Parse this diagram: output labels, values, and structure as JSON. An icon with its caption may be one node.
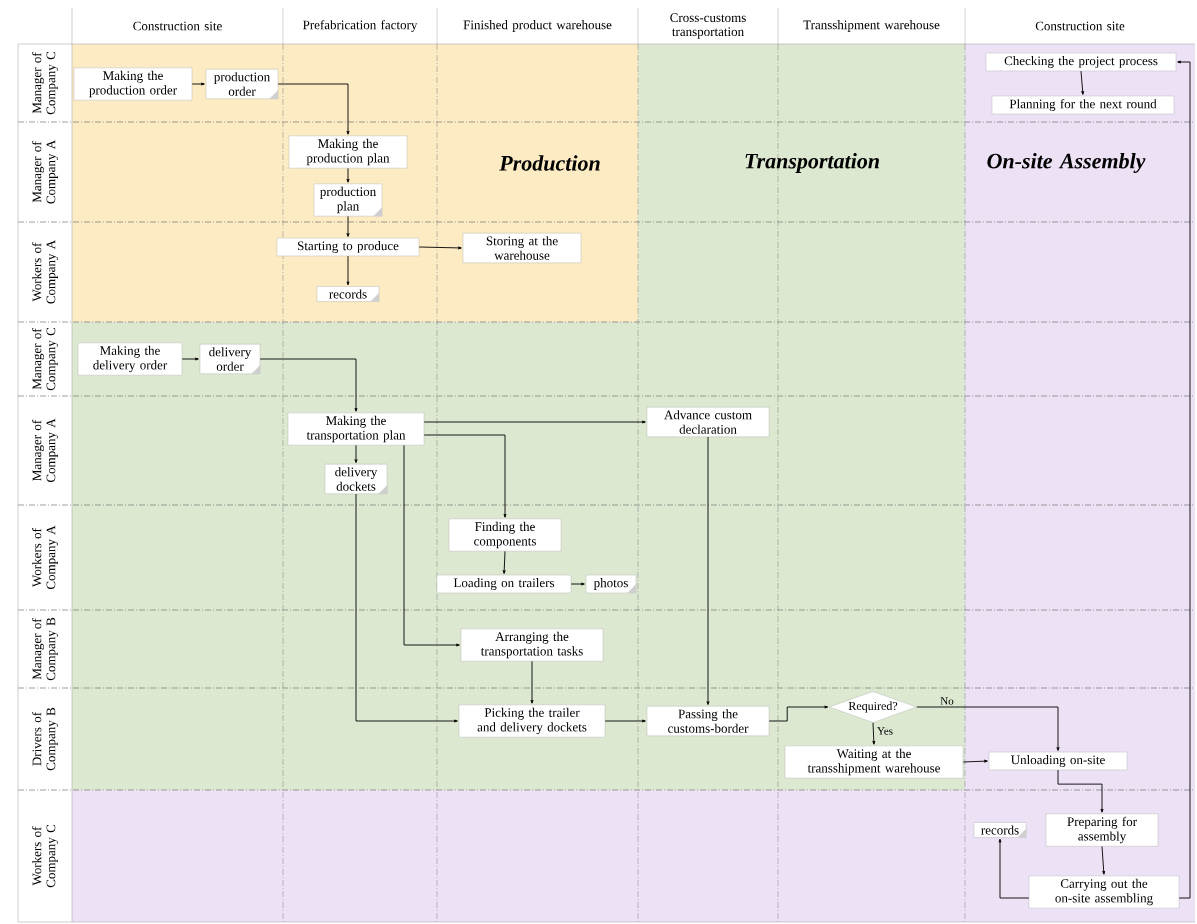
{
  "diagram": {
    "nodes": [
      {
        "text": [
          "Making the production order"
        ]
      },
      {
        "text": [
          "production order"
        ]
      },
      {
        "text": [
          "Making the production plan"
        ]
      },
      {
        "text": [
          "production plan"
        ]
      },
      {
        "text": [
          "Starting to produce"
        ]
      },
      {
        "text": [
          "Storing at the warehouse"
        ]
      },
      {
        "text": [
          "records"
        ]
      },
      {
        "text": [
          "Making the delivery order"
        ]
      },
      {
        "text": [
          "delivery order"
        ]
      },
      {
        "text": [
          "Making the transportation plan"
        ]
      },
      {
        "text": [
          "delivery dockets"
        ]
      },
      {
        "text": [
          "Advance custom declaration"
        ]
      },
      {
        "text": [
          "Finding the components"
        ]
      },
      {
        "text": [
          "Loading on trailers"
        ]
      },
      {
        "text": [
          "photos"
        ]
      },
      {
        "text": [
          "Arranging the transportation tasks"
        ]
      },
      {
        "text": [
          "Picking the trailer and delivery dockets"
        ]
      },
      {
        "text": [
          "Passing the customs-border"
        ]
      },
      {
        "text": [
          "Required?"
        ]
      },
      {
        "text": [
          "Waiting at the transshipment warehouse"
        ]
      },
      {
        "text": [
          "Unloading on-site"
        ]
      },
      {
        "text": [
          "records"
        ]
      },
      {
        "text": [
          "Preparing for assembly"
        ]
      },
      {
        "text": [
          "Carrying out the on-site assembling"
        ]
      },
      {
        "text": [
          "Checking the project process"
        ]
      },
      {
        "text": [
          "Planning for the next round"
        ]
      }
    ],
    "edges": [
      {
        "from": 0,
        "to": 1,
        "arrow": "to"
      },
      {
        "from": 1,
        "to": 2,
        "arrow": "to"
      },
      {
        "from": 2,
        "to": 3,
        "arrow": "to"
      },
      {
        "from": 3,
        "to": 4,
        "arrow": "to"
      },
      {
        "from": 4,
        "to": 5,
        "arrow": "to"
      },
      {
        "from": 4,
        "to": 6,
        "arrow": "to"
      },
      {
        "from": 7,
        "to": 8,
        "arrow": "to"
      },
      {
        "from": 8,
        "to": 9,
        "arrow": "to"
      },
      {
        "from": 9,
        "to": 10,
        "arrow": "to"
      },
      {
        "from": 9,
        "to": 11,
        "arrow": "to"
      },
      {
        "from": 9,
        "to": 12,
        "arrow": "to"
      },
      {
        "from": 9,
        "to": 15,
        "arrow": "to"
      },
      {
        "from": 10,
        "to": 16,
        "arrow": "to"
      },
      {
        "from": 11,
        "to": 17,
        "arrow": "to"
      },
      {
        "from": 12,
        "to": 13,
        "arrow": "to"
      },
      {
        "from": 13,
        "to": 14,
        "arrow": "to"
      },
      {
        "from": 15,
        "to": 16,
        "arrow": "to"
      },
      {
        "from": 16,
        "to": 17,
        "arrow": "to"
      },
      {
        "from": 17,
        "to": 18,
        "arrow": "to"
      },
      {
        "from": 18,
        "to": 19,
        "arrow": "to",
        "label": "Yes"
      },
      {
        "from": 18,
        "to": 20,
        "arrow": "to",
        "label": "No"
      },
      {
        "from": 19,
        "to": 20,
        "arrow": "to"
      },
      {
        "from": 20,
        "to": 22,
        "arrow": "to"
      },
      {
        "from": 22,
        "to": 23,
        "arrow": "to"
      },
      {
        "from": 23,
        "to": 21,
        "arrow": "to"
      },
      {
        "from": 23,
        "to": 24,
        "arrow": "to"
      },
      {
        "from": 24,
        "to": 25,
        "arrow": "to"
      }
    ],
    "labels": [
      "Construction site",
      "Prefabrication factory",
      "Finished product warehouse",
      "Cross-customs transportation",
      "Transshipment warehouse",
      "Construction site",
      "Manager of Company C",
      "Manager of Company A",
      "Workers of Company A",
      "Manager of Company C",
      "Manager of Company A",
      "Workers of Company A",
      "Manager of Company B",
      "Drivers of Company B",
      "Workers of Company C",
      "Production",
      "Transportation",
      "On-site Assembly"
    ]
  }
}
